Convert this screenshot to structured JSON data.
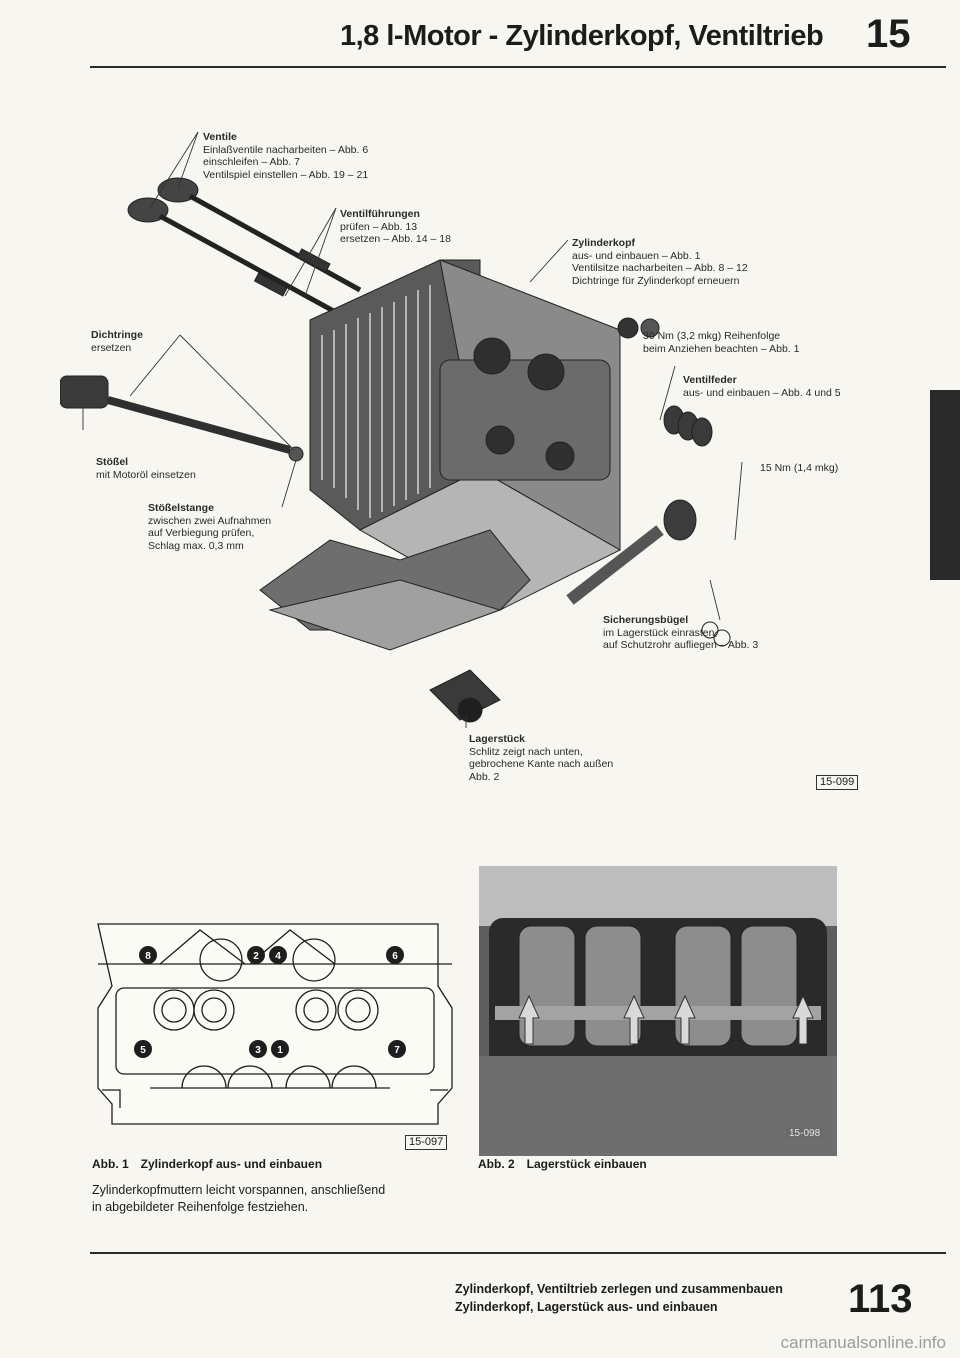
{
  "header": {
    "title": "1,8 l-Motor - Zylinderkopf, Ventiltrieb",
    "section": "15"
  },
  "diagram": {
    "callouts": {
      "ventile": {
        "title": "Ventile",
        "lines": [
          "Einlaßventile nacharbeiten – Abb. 6",
          "einschleifen – Abb. 7",
          "Ventilspiel einstellen – Abb. 19 – 21"
        ]
      },
      "ventilfuehrungen": {
        "title": "Ventilführungen",
        "lines": [
          "prüfen – Abb. 13",
          "ersetzen – Abb. 14 – 18"
        ]
      },
      "zylinderkopf": {
        "title": "Zylinderkopf",
        "lines": [
          "aus- und einbauen – Abb. 1",
          "Ventilsitze nacharbeiten – Abb. 8 – 12",
          "Dichtringe für Zylinderkopf erneuern"
        ]
      },
      "dichtringe": {
        "title": "Dichtringe",
        "lines": [
          "ersetzen"
        ]
      },
      "torque_30": {
        "title": "",
        "lines": [
          "30 Nm (3,2 mkg) Reihenfolge",
          "beim Anziehen beachten – Abb. 1"
        ]
      },
      "ventilfeder": {
        "title": "Ventilfeder",
        "lines": [
          "aus- und einbauen – Abb. 4 und 5"
        ]
      },
      "stoessel": {
        "title": "Stößel",
        "lines": [
          "mit Motoröl einsetzen"
        ]
      },
      "torque_15": {
        "title": "",
        "lines": [
          "15 Nm (1,4 mkg)"
        ]
      },
      "stoesselstange": {
        "title": "Stößelstange",
        "lines": [
          "zwischen zwei Aufnahmen",
          "auf Verbiegung prüfen,",
          "Schlag max. 0,3 mm"
        ]
      },
      "sicherungsbuegel": {
        "title": "Sicherungsbügel",
        "lines": [
          "im Lagerstück einrasten,",
          "auf Schutzrohr aufliegen – Abb. 3"
        ]
      },
      "lagerstueck": {
        "title": "Lagerstück",
        "lines": [
          "Schlitz zeigt nach unten,",
          "gebrochene Kante nach außen",
          "Abb. 2"
        ]
      }
    },
    "figure_id": "15-099"
  },
  "figure1": {
    "figure_id": "15-097",
    "sequence": [
      "8",
      "2",
      "4",
      "6",
      "5",
      "3",
      "1",
      "7"
    ],
    "caption_number": "Abb. 1",
    "caption_text": "Zylinderkopf aus- und einbauen",
    "body_lines": [
      "Zylinderkopfmuttern leicht vorspannen, anschließend",
      "in abgebildeter Reihenfolge festziehen."
    ]
  },
  "figure2": {
    "figure_id": "15-098",
    "caption_number": "Abb. 2",
    "caption_text": "Lagerstück einbauen"
  },
  "footer": {
    "line1": "Zylinderkopf, Ventiltrieb zerlegen und zusammenbauen",
    "line2": "Zylinderkopf, Lagerstück aus- und einbauen",
    "page": "113"
  },
  "watermark": "carmanualsonline.info"
}
